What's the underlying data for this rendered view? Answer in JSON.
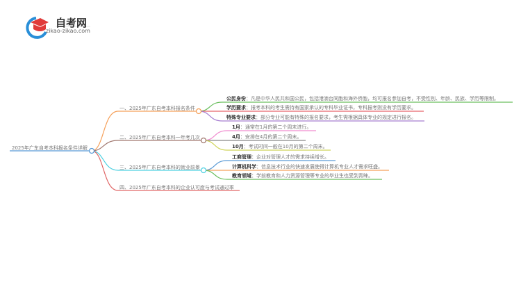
{
  "logo": {
    "title": "自考网",
    "url": "zikao-zikao.com"
  },
  "root": {
    "label": "2025年广东自考本科报名条件详解",
    "color": "#5b9bd5"
  },
  "branches": [
    {
      "label": "一、2025年广东自考本科报名条件",
      "color": "#f5a05a",
      "leaves": [
        {
          "key": "公民身份",
          "text": "：凡是中华人民共和国公民，包括港澳台同胞和海外侨胞，均可报名参加自考，不受性别、年龄、民族、学历等限制。",
          "color": "#6abf5e"
        },
        {
          "key": "学历要求",
          "text": "：报考本科的考生需持有国家承认的专科毕业证书，专科报考则没有学历要求。",
          "color": "#e8646a"
        },
        {
          "key": "特殊专业要求",
          "text": "：部分专业可能有特殊的报名要求，考生需根据具体专业的规定进行报名。",
          "color": "#a77fd1"
        }
      ]
    },
    {
      "label": "二、2025年广东自考本科一年考几次",
      "color": "#a0776e",
      "leaves": [
        {
          "key": "1月",
          "text": "：通常在1月的第二个周末进行。",
          "color": "#f08ccf"
        },
        {
          "key": "4月",
          "text": "：安排在4月的第二个周末。",
          "color": "#888888"
        },
        {
          "key": "10月",
          "text": "：考试时间一般在10月的第二个周末。",
          "color": "#cfd45a"
        }
      ]
    },
    {
      "label": "三、2025年广东自考本科的就业前景",
      "color": "#4dd0e1",
      "leaves": [
        {
          "key": "工商管理",
          "text": "：企业对管理人才的需求持续增长。",
          "color": "#5b9bd5"
        },
        {
          "key": "计算机科学",
          "text": "：信息技术行业的快速发展使得计算机专业人才需求旺盛。",
          "color": "#f5a05a"
        },
        {
          "key": "教育领域",
          "text": "：学前教育和人力资源管理等专业的毕业生也受到青睐。",
          "color": "#6abf5e"
        }
      ]
    },
    {
      "label": "四、2025年广东自考本科的企业认可度与考试通过率",
      "color": "#e06666",
      "leaves": []
    }
  ]
}
